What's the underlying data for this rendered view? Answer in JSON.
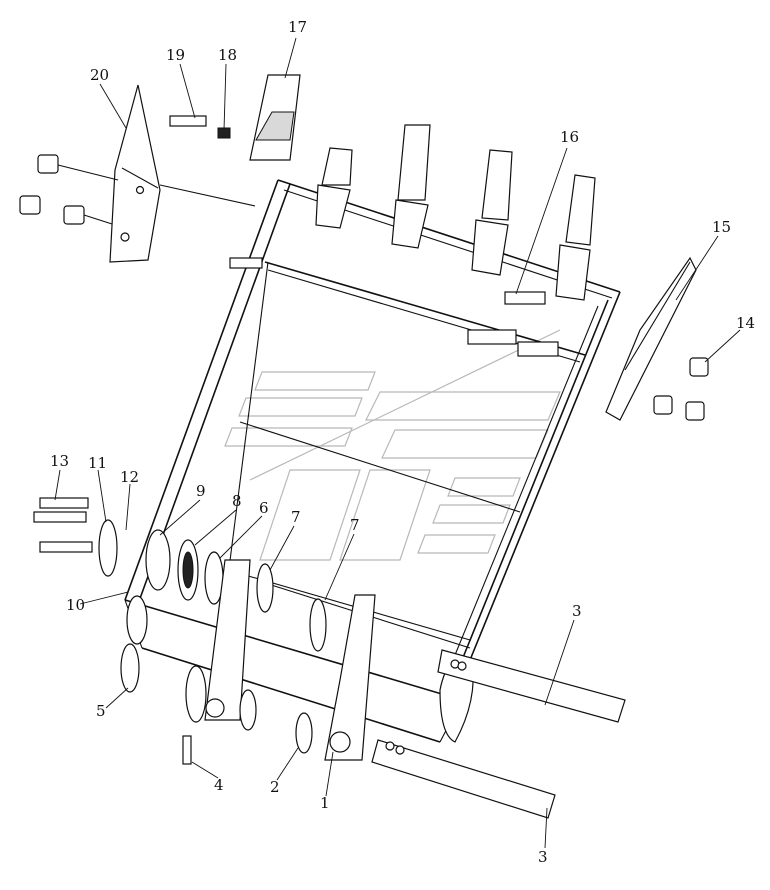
{
  "diagram": {
    "labels": [
      {
        "id": "1",
        "text": "1"
      },
      {
        "id": "2",
        "text": "2"
      },
      {
        "id": "3a",
        "text": "3"
      },
      {
        "id": "3b",
        "text": "3"
      },
      {
        "id": "4",
        "text": "4"
      },
      {
        "id": "5",
        "text": "5"
      },
      {
        "id": "6",
        "text": "6"
      },
      {
        "id": "7a",
        "text": "7"
      },
      {
        "id": "7b",
        "text": "7"
      },
      {
        "id": "8",
        "text": "8"
      },
      {
        "id": "9",
        "text": "9"
      },
      {
        "id": "10",
        "text": "10"
      },
      {
        "id": "11",
        "text": "11"
      },
      {
        "id": "12",
        "text": "12"
      },
      {
        "id": "13",
        "text": "13"
      },
      {
        "id": "14",
        "text": "14"
      },
      {
        "id": "15",
        "text": "15"
      },
      {
        "id": "16",
        "text": "16"
      },
      {
        "id": "17",
        "text": "17"
      },
      {
        "id": "18",
        "text": "18"
      },
      {
        "id": "19",
        "text": "19"
      },
      {
        "id": "20",
        "text": "20"
      }
    ]
  }
}
